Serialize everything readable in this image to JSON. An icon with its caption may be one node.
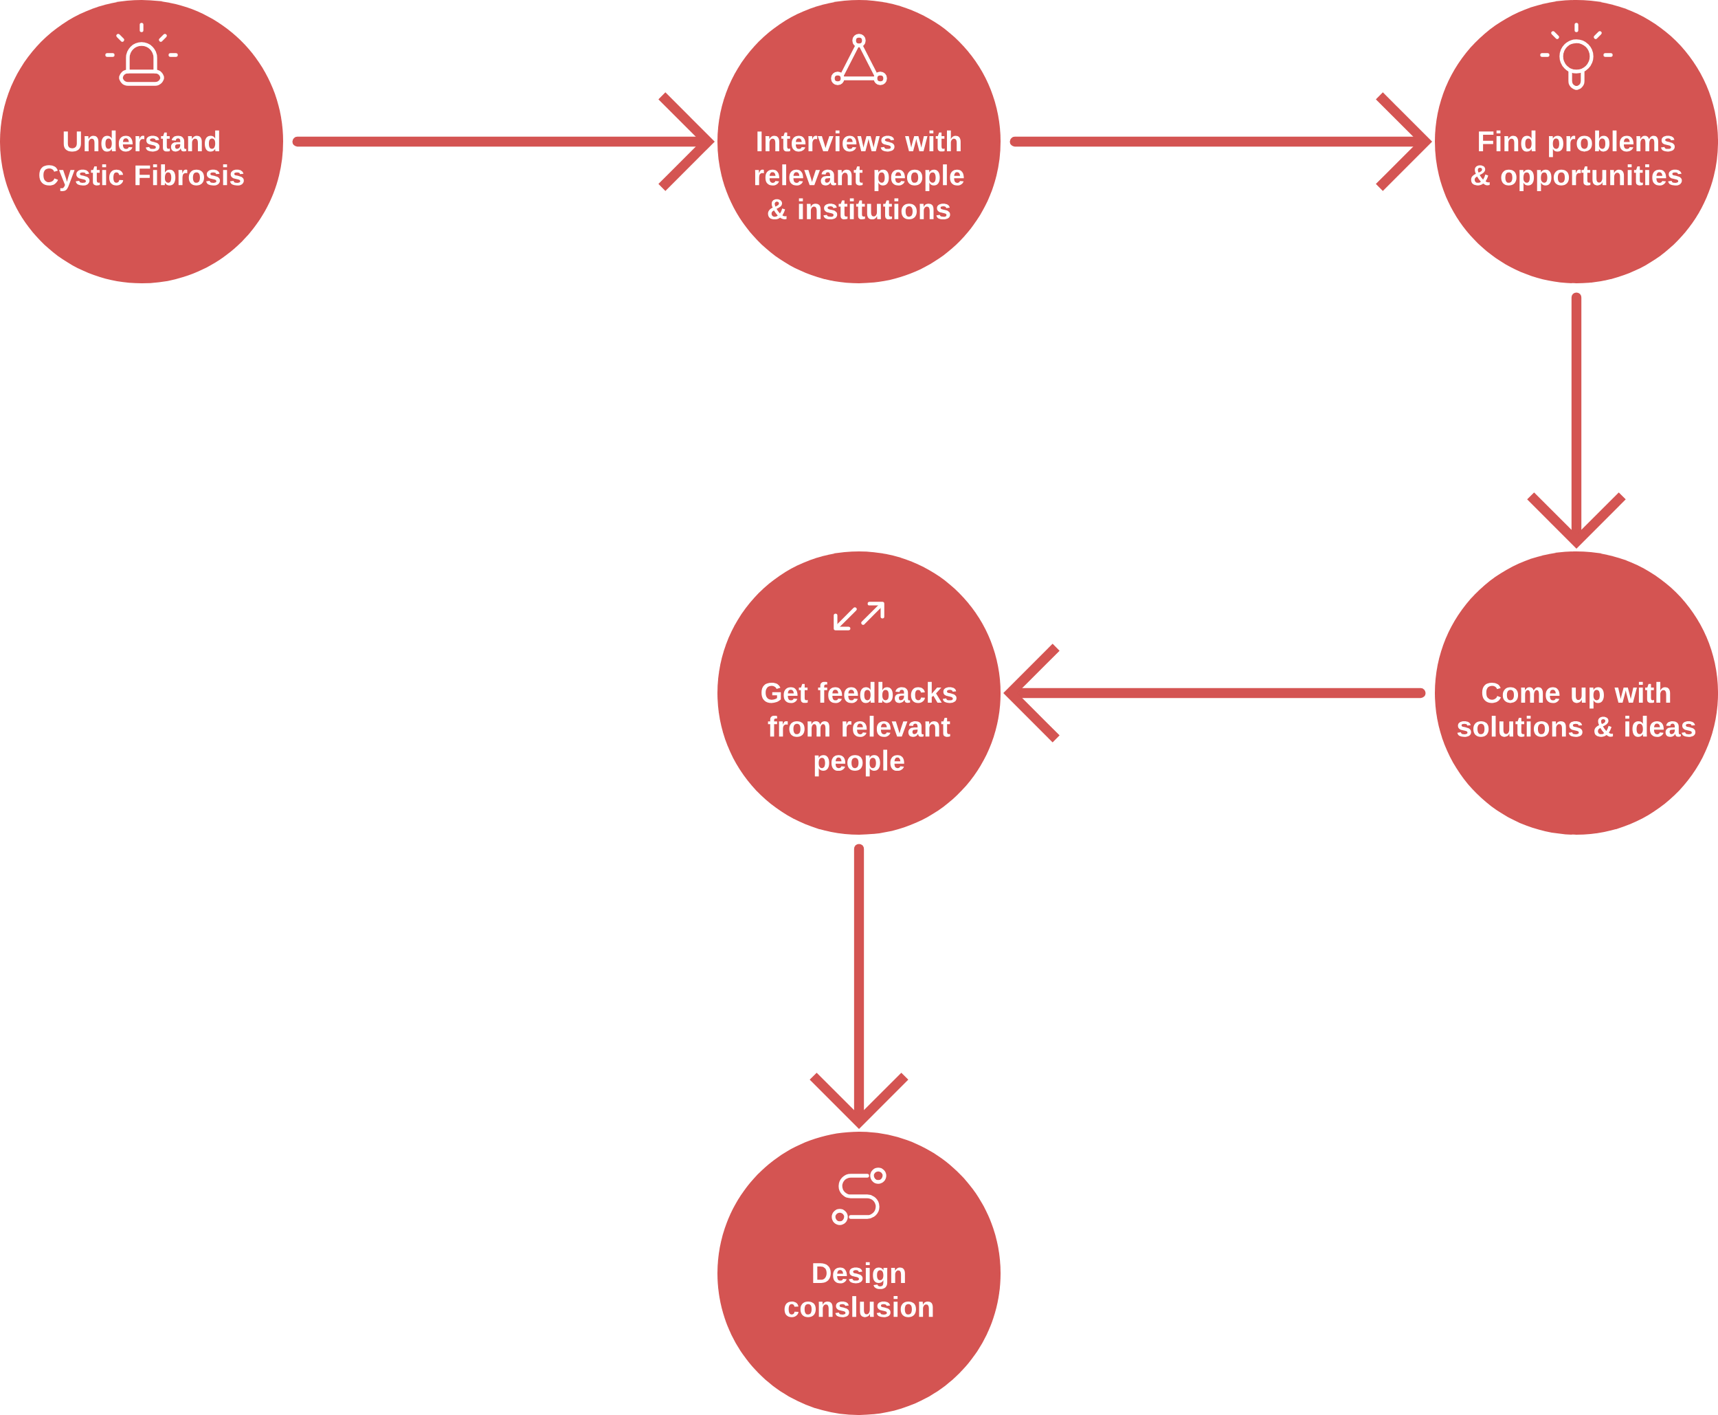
{
  "diagram": {
    "nodes": [
      {
        "text": [
          "Understand Cystic Fibrosis"
        ]
      },
      {
        "text": [
          "Interviews with relevant people & institutions"
        ]
      },
      {
        "text": [
          "Find problems & opportunities"
        ]
      },
      {
        "text": [
          "Come up with solutions & ideas"
        ]
      },
      {
        "text": [
          "Get feedbacks from relevant people"
        ]
      },
      {
        "text": [
          "Design conslusion"
        ]
      }
    ],
    "edges": [
      {
        "from": 0,
        "to": 1,
        "arrow": "to"
      },
      {
        "from": 1,
        "to": 2,
        "arrow": "to"
      },
      {
        "from": 2,
        "to": 3,
        "arrow": "to"
      },
      {
        "from": 3,
        "to": 4,
        "arrow": "to"
      },
      {
        "from": 4,
        "to": 5,
        "arrow": "to"
      }
    ]
  }
}
